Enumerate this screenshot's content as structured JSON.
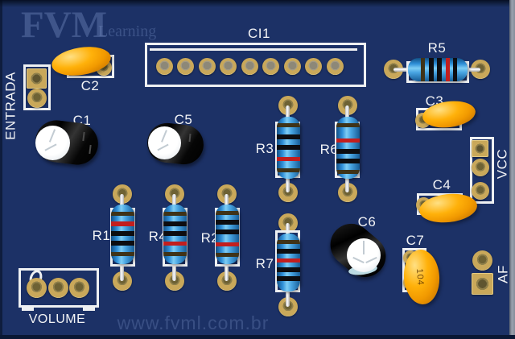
{
  "brand": {
    "name": "FVM",
    "tagline": "Learning",
    "watermark_url": "www.fvml.com.br"
  },
  "connectors": {
    "entrada": "ENTRADA",
    "volume": "VOLUME",
    "vcc": "VCC",
    "af": "AF"
  },
  "components": {
    "ci1": "CI1",
    "c1": "C1",
    "c2": "C2",
    "c3": "C3",
    "c4": "C4",
    "c5": "C5",
    "c6": "C6",
    "c7": "C7",
    "c7_code": "104",
    "r1": "R1",
    "r2": "R2",
    "r3": "R3",
    "r4": "R4",
    "r5": "R5",
    "r6": "R6",
    "r7": "R7"
  },
  "board": {
    "colors": {
      "substrate": "#1c3166",
      "silkscreen": "#f2f3f5",
      "pad_gold": "#c9a85a",
      "resistor_body": "#2f8fd8",
      "capacitor_orange": "#f7a600",
      "band_red": "#c21e1e",
      "band_black": "#0d0d10"
    }
  }
}
